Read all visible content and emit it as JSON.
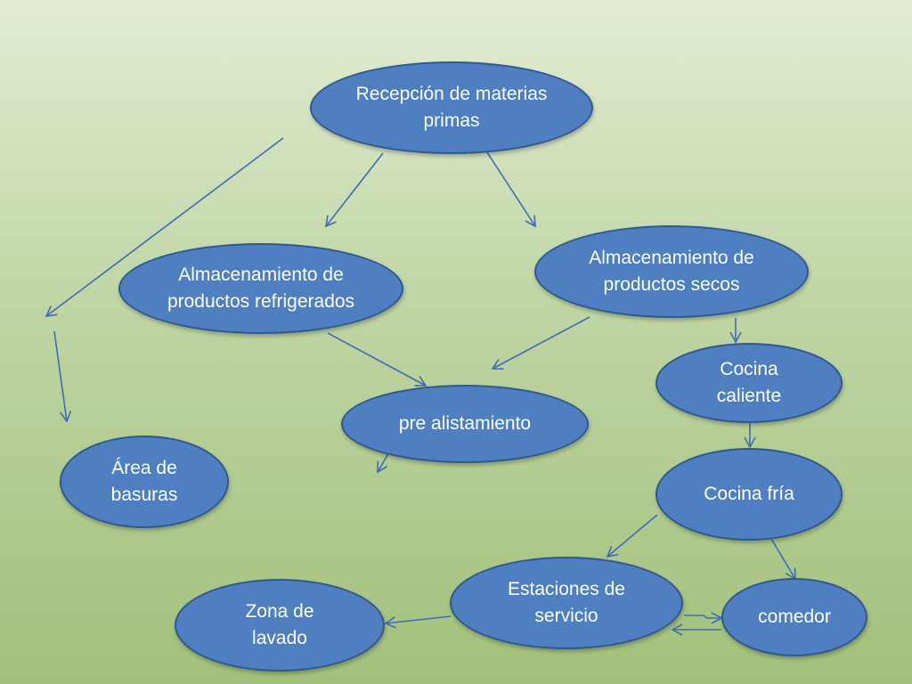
{
  "diagram": {
    "nodes": {
      "recepcion": "Recepción de materias primas",
      "refrigerados": "Almacenamiento de productos refrigerados",
      "secos": "Almacenamiento de productos secos",
      "cocina_caliente": "Cocina caliente",
      "pre_alistamiento": "pre alistamiento",
      "area_basuras": "Área de basuras",
      "cocina_fria": "Cocina fría",
      "estaciones": "Estaciones de servicio",
      "zona_lavado": "Zona de lavado",
      "comedor": "comedor"
    },
    "colors": {
      "node_fill": "#4f7fc0",
      "node_border": "#2f5891",
      "arrow": "#3d6cb3",
      "text": "#ffffff"
    }
  }
}
